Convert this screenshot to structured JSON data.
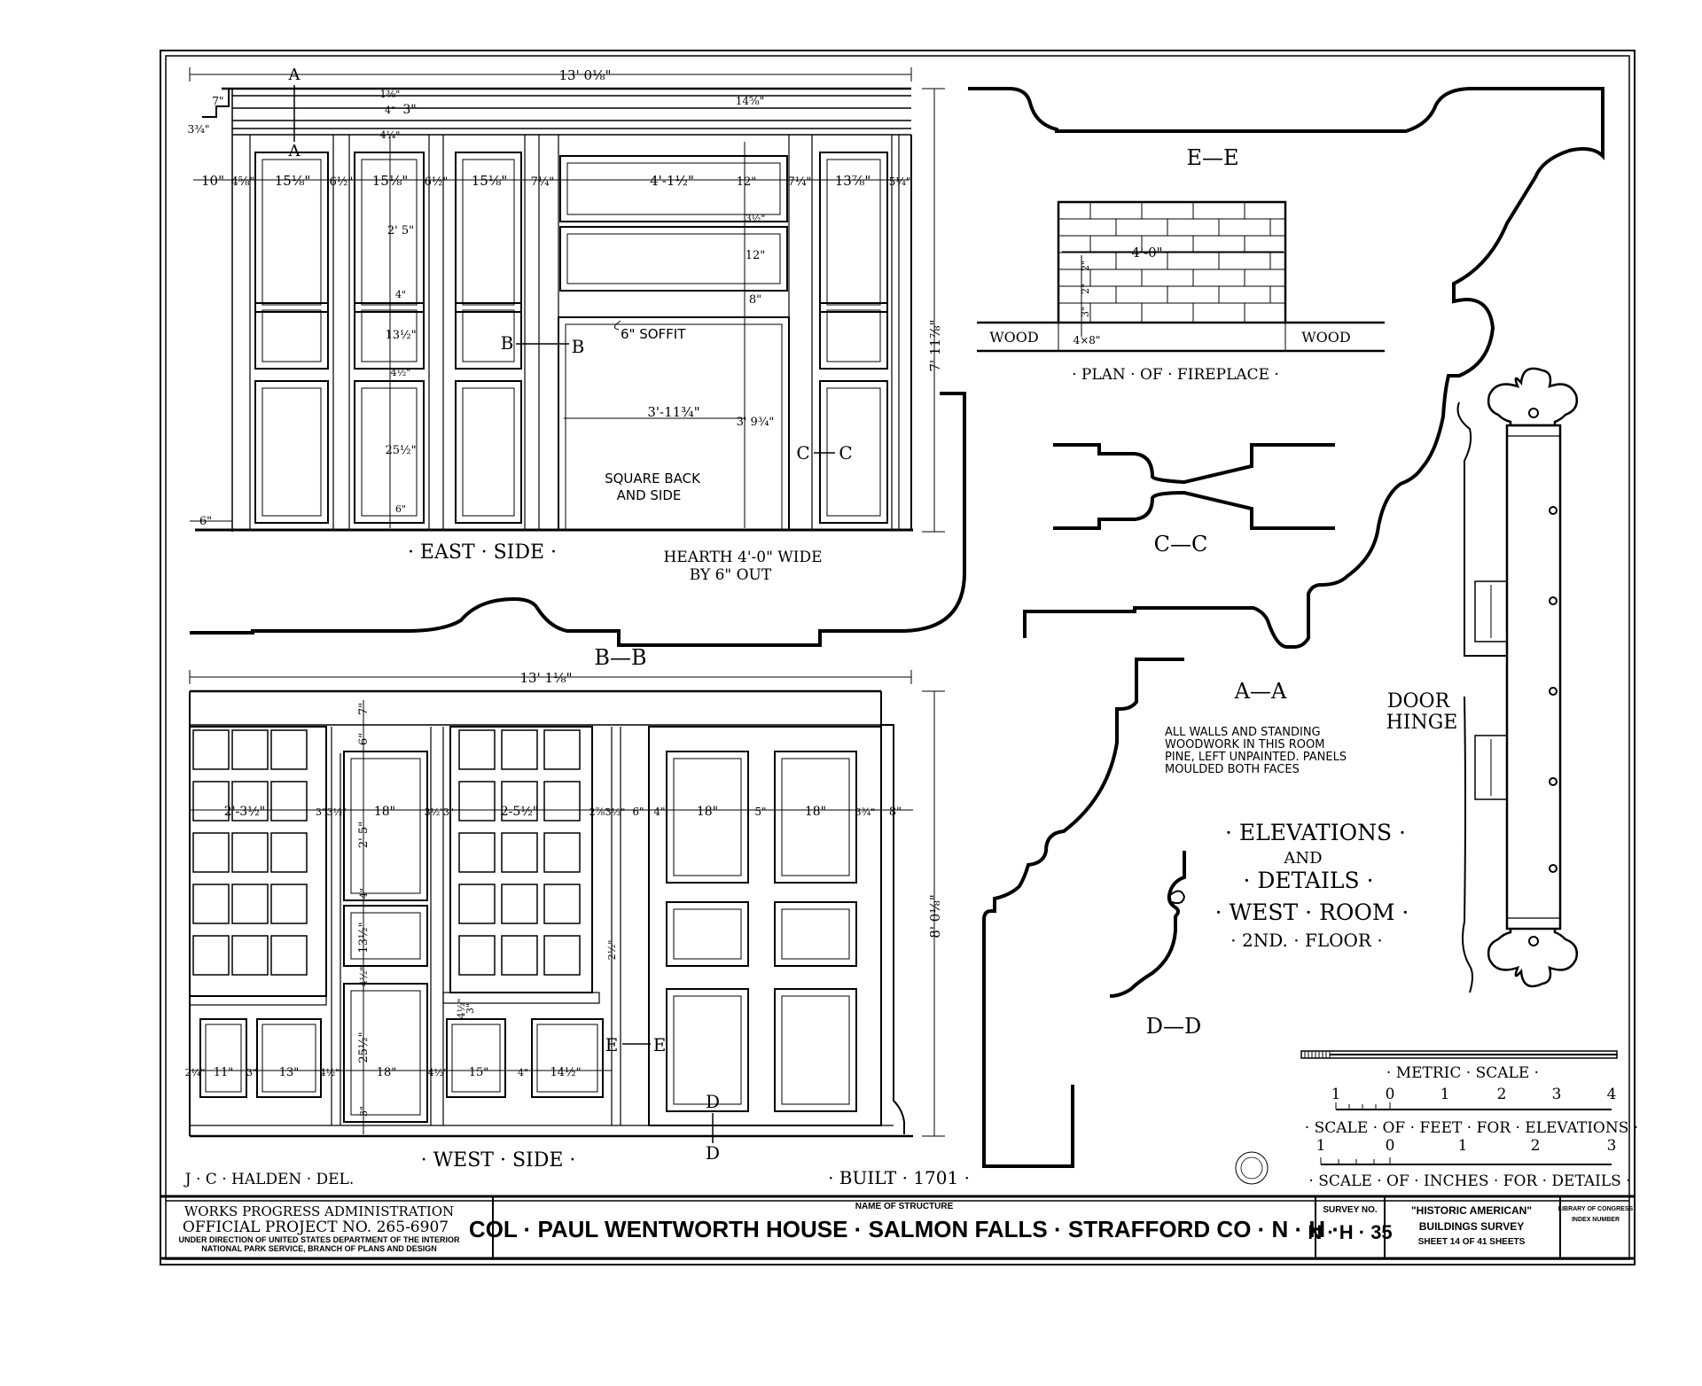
{
  "east_side": {
    "overall_width": "13' 0⅛\"",
    "section_mark": "A",
    "left_dims": [
      "3¾\"",
      "7\""
    ],
    "cornice_dims": [
      "1⅜\"",
      "4\"",
      "3\"",
      "4¼\"",
      "14⅝\""
    ],
    "row_dims": [
      "10\"",
      "4⅝\"",
      "15⅛\"",
      "6½\"",
      "15⅛\"",
      "6½\"",
      "15⅛\"",
      "7¼\"",
      "4'-1½\"",
      "12\"",
      "7¼\"",
      "13⅞\"",
      "5¼\""
    ],
    "vertical_dims": [
      "2' 5\"",
      "4\"",
      "13½\"",
      "4½\"",
      "25½\"",
      "6\"",
      "3½\"",
      "12\"",
      "8\"",
      "3' 9¾\""
    ],
    "fireplace_width": "3'-11¾\"",
    "soffit_label": "6\" SOFFIT",
    "section_b": "B",
    "section_c": "C",
    "square_back": "SQUARE BACK\nAND SIDE",
    "bottom_left_dim": "6\"",
    "height_dim": "7' 11⅞\"",
    "label": "· EAST · SIDE ·",
    "hearth_note": "HEARTH 4'-0\" WIDE\nBY 6\" OUT"
  },
  "west_side": {
    "overall_width": "13' 1⅛\"",
    "top_dims": [
      "7\"",
      "6\""
    ],
    "row_dims": [
      "2'-3½\"",
      "3\"",
      "3½\"",
      "18\"",
      "3½\"",
      "3\"",
      "2-5½\"",
      "2⅞\"",
      "3½\"",
      "6\"",
      "4\"",
      "18\"",
      "5\"",
      "18\"",
      "3¾\"",
      "8\""
    ],
    "vertical_dims": [
      "2' 5\"",
      "4\"",
      "13½\"",
      "4½\"",
      "25½\"",
      "3\"",
      "2½\"",
      "4½\"",
      "3\""
    ],
    "lower_dims": [
      "2¼\"",
      "11\"",
      "3\"",
      "13\"",
      "4½\"",
      "18\"",
      "4½\"",
      "15\"",
      "4\"",
      "14½\""
    ],
    "height_dim": "8' 0⅛\"",
    "section_d": "D",
    "section_e": "E",
    "label": "· WEST · SIDE ·"
  },
  "sections": {
    "bb": "B—B",
    "ee": "E—E",
    "cc": "C—C",
    "aa": "A—A",
    "dd": "D—D"
  },
  "fireplace_plan": {
    "width": "4'-0\"",
    "dims": [
      "2\"",
      "2\"",
      "3\"",
      "4×8\""
    ],
    "wood_left": "WOOD",
    "wood_right": "WOOD",
    "label": "· PLAN · OF · FIREPLACE ·"
  },
  "hinge_label": "DOOR\nHINGE",
  "wall_note": "ALL WALLS AND STANDING\nWOODWORK IN THIS ROOM\nPINE, LEFT UNPAINTED. PANELS\nMOULDED BOTH FACES",
  "title_block_text": "· ELEVATIONS ·\nAND\n· DETAILS ·\n· WEST · ROOM ·\n· 2ND. · FLOOR ·",
  "scales": {
    "metric_label": "· METRIC · SCALE ·",
    "feet_ticks": [
      "1",
      "0",
      "1",
      "2",
      "3",
      "4"
    ],
    "feet_label": "· SCALE · OF · FEET · FOR · ELEVATIONS ·",
    "inch_ticks": [
      "1",
      "0",
      "1",
      "2",
      "3"
    ],
    "inch_label": "· SCALE · OF · INCHES · FOR · DETAILS ·"
  },
  "delineator": "J · C · HALDEN · DEL.",
  "built": "· BUILT · 1701 ·",
  "footer": {
    "wpa_1": "WORKS  PROGRESS  ADMINISTRATION",
    "wpa_2": "OFFICIAL  PROJECT  NO. 265-6907",
    "wpa_3": "UNDER DIRECTION OF UNITED STATES DEPARTMENT OF THE INTERIOR",
    "wpa_4": "NATIONAL PARK SERVICE, BRANCH OF PLANS AND DESIGN",
    "structure_caption": "NAME OF STRUCTURE",
    "structure_name": "COL · PAUL WENTWORTH HOUSE · SALMON FALLS · STRAFFORD CO · N · H ·",
    "survey_caption": "SURVEY NO.",
    "survey_no": "N · H · 35",
    "habs_1": "\"HISTORIC AMERICAN\"",
    "habs_2": "BUILDINGS SURVEY",
    "habs_3": "SHEET 14 OF 41 SHEETS",
    "loc_1": "LIBRARY OF CONGRESS",
    "loc_2": "INDEX NUMBER"
  }
}
